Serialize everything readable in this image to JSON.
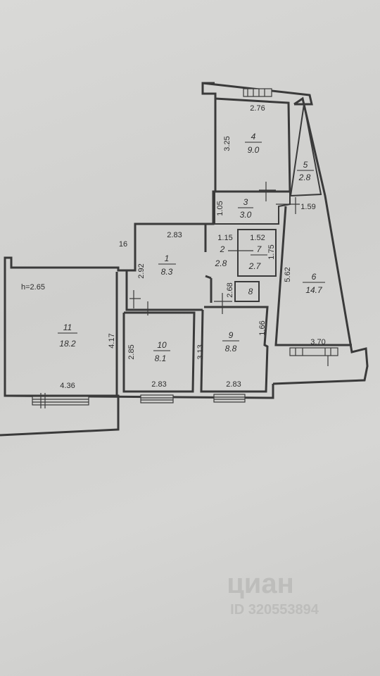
{
  "ceiling_height": "h=2.65",
  "rooms": [
    {
      "id": "room-1",
      "number": "1",
      "area": "8.3"
    },
    {
      "id": "room-2",
      "number": "2",
      "area": "2.8"
    },
    {
      "id": "room-3",
      "number": "3",
      "area": "3.0"
    },
    {
      "id": "room-4",
      "number": "4",
      "area": "9.0"
    },
    {
      "id": "room-5",
      "number": "5",
      "area": "2.8"
    },
    {
      "id": "room-6",
      "number": "6",
      "area": "14.7"
    },
    {
      "id": "room-7",
      "number": "7",
      "area": "2.7"
    },
    {
      "id": "room-8",
      "number": "8",
      "area": ""
    },
    {
      "id": "room-9",
      "number": "9",
      "area": "8.8"
    },
    {
      "id": "room-10",
      "number": "10",
      "area": "8.1"
    },
    {
      "id": "room-11",
      "number": "11",
      "area": "18.2"
    }
  ],
  "dimensions": {
    "d276": "2.76",
    "d325": "3.25",
    "d105": "1.05",
    "d159": "1.59",
    "d115": "1.15",
    "d152": "1.52",
    "d175": "1.75",
    "d283a": "2.83",
    "d16": "16",
    "d292": "2.92",
    "d268": "2.68",
    "d562": "5.62",
    "d166": "1.66",
    "d370": "3.70",
    "d417": "4.17",
    "d285": "2.85",
    "d313": "3.13",
    "d436": "4.36",
    "d283b": "2.83",
    "d283c": "2.83"
  },
  "watermark": {
    "logo": "циан",
    "id": "ID 320553894"
  }
}
